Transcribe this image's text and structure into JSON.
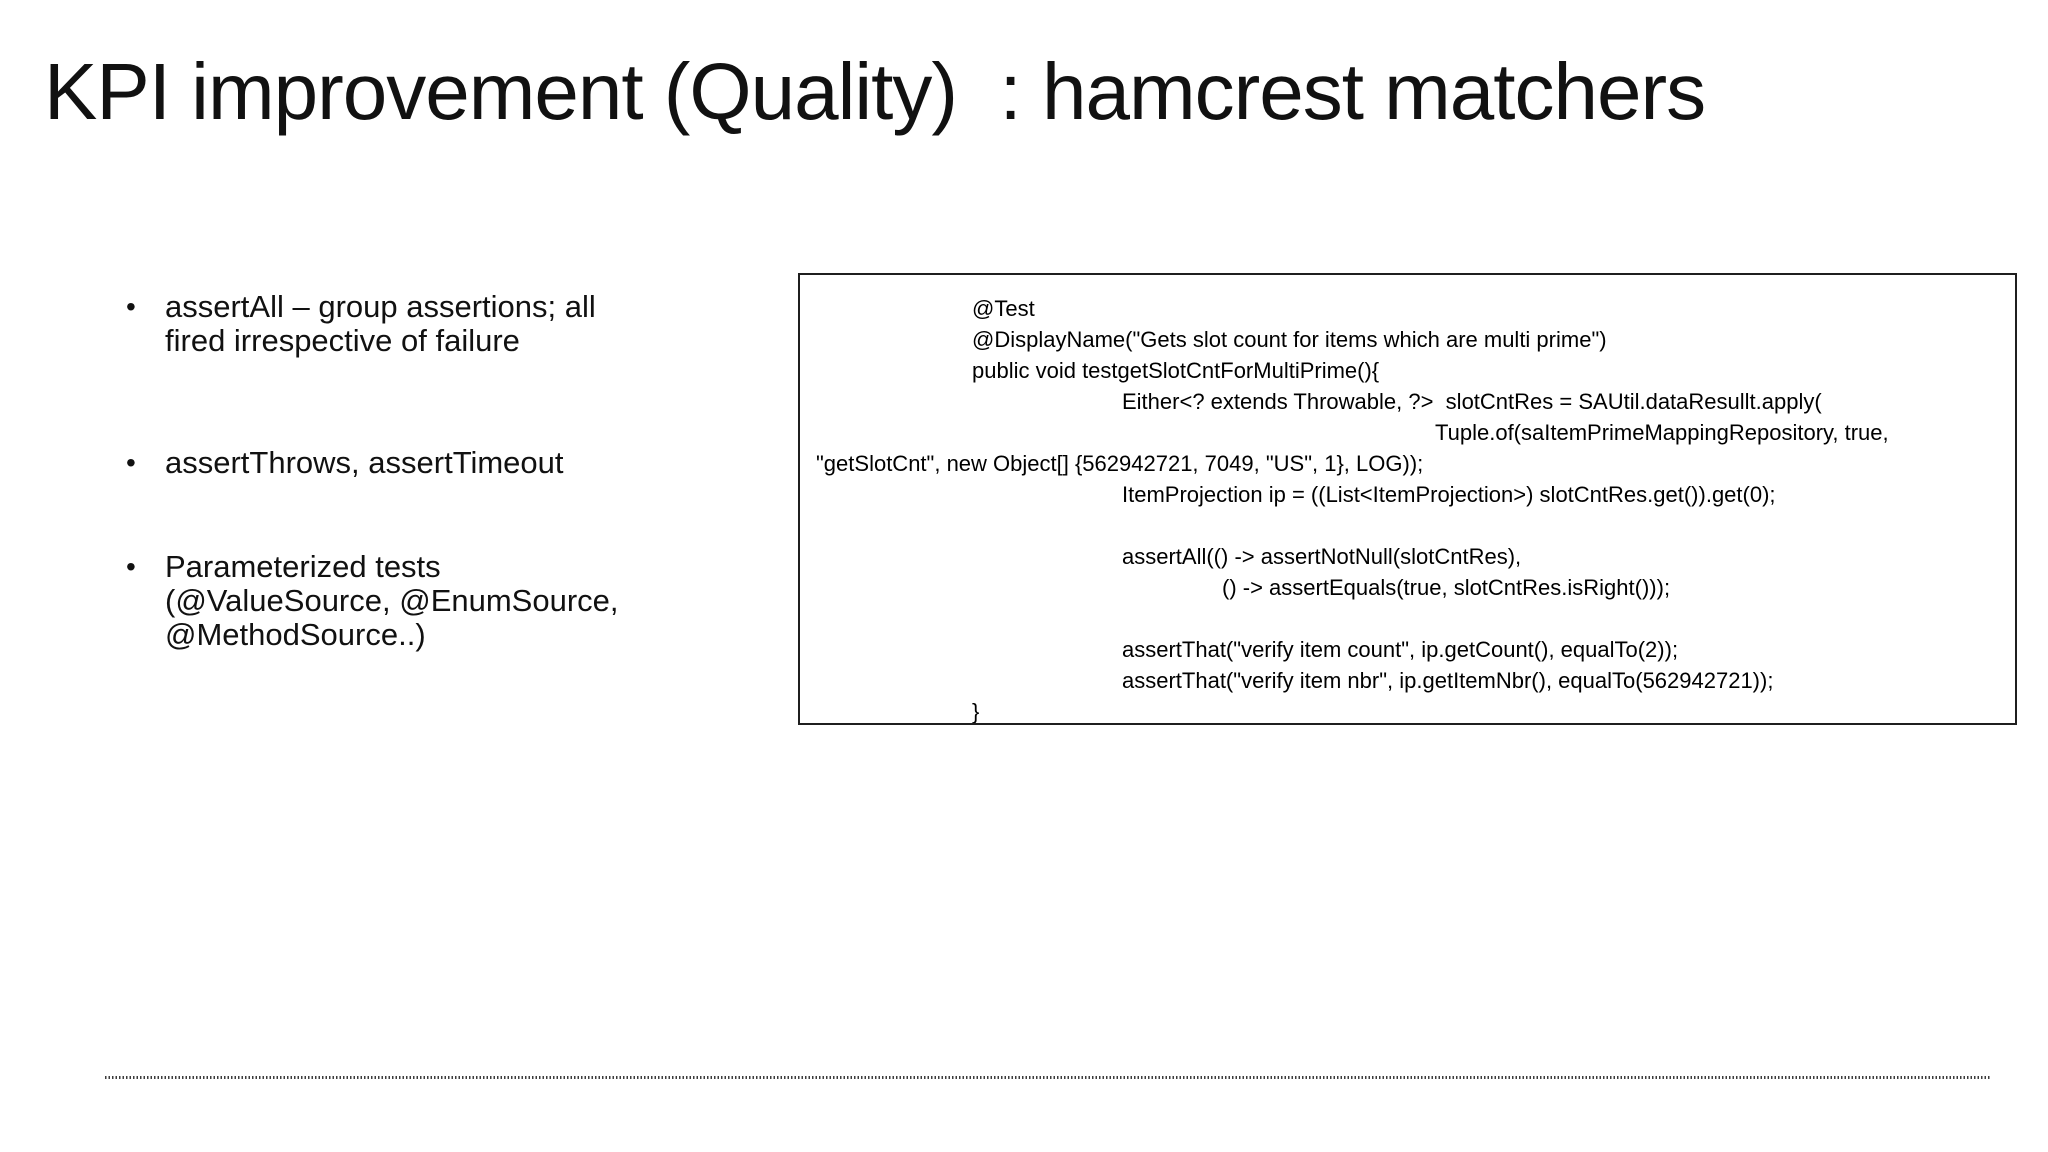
{
  "slide": {
    "title": "KPI improvement (Quality)  : hamcrest matchers",
    "bullets": [
      {
        "lines": [
          "assertAll – group assertions; all",
          "fired irrespective of failure"
        ]
      },
      {
        "lines": [
          "assertThrows, assertTimeout"
        ]
      },
      {
        "lines": [
          "Parameterized tests",
          "(@ValueSource, @EnumSource,",
          "@MethodSource..)"
        ]
      }
    ],
    "code_panel": {
      "lines": [
        {
          "indent": 172,
          "text": "@Test"
        },
        {
          "indent": 172,
          "text": "@DisplayName(\"Gets slot count for items which are multi prime\")"
        },
        {
          "indent": 172,
          "text": "public void testgetSlotCntForMultiPrime(){"
        },
        {
          "indent": 322,
          "text": "Either<? extends Throwable, ?>  slotCntRes = SAUtil.dataResullt.apply("
        },
        {
          "indent": 635,
          "text": "Tuple.of(saItemPrimeMappingRepository, true,"
        },
        {
          "indent": 16,
          "text": "\"getSlotCnt\", new Object[] {562942721, 7049, \"US\", 1}, LOG));"
        },
        {
          "indent": 322,
          "text": "ItemProjection ip = ((List<ItemProjection>) slotCntRes.get()).get(0);"
        },
        {
          "indent": 0,
          "text": ""
        },
        {
          "indent": 322,
          "text": "assertAll(() -> assertNotNull(slotCntRes),"
        },
        {
          "indent": 422,
          "text": "() -> assertEquals(true, slotCntRes.isRight()));"
        },
        {
          "indent": 0,
          "text": ""
        },
        {
          "indent": 322,
          "text": "assertThat(\"verify item count\", ip.getCount(), equalTo(2));"
        },
        {
          "indent": 322,
          "text": "assertThat(\"verify item nbr\", ip.getItemNbr(), equalTo(562942721));"
        },
        {
          "indent": 172,
          "text": "}"
        }
      ]
    },
    "colors": {
      "background": "#ffffff",
      "text": "#111111",
      "code_text": "#000000",
      "code_border": "#1f1f1f",
      "divider": "#3d3d3d"
    }
  }
}
